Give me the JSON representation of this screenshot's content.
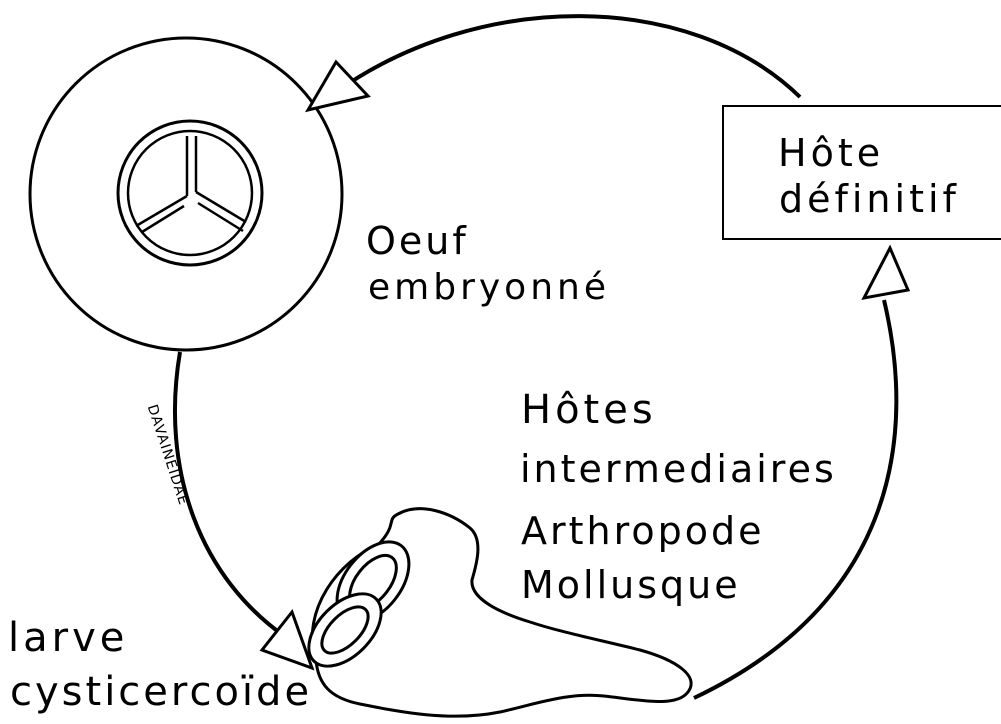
{
  "labels": {
    "oeuf_line1": "Oeuf",
    "oeuf_line2": "embryonné",
    "hote_def_line1": "Hôte",
    "hote_def_line2": "définitif",
    "hotes_int_line1": "Hôtes",
    "hotes_int_line2": "intermediaires",
    "hotes_int_line3": "Arthropode",
    "hotes_int_line4": "Mollusque",
    "larve_line1": "larve",
    "larve_line2": "cysticercoïde",
    "family_label": "DAVAINEIDAE"
  },
  "colors": {
    "ink": "#000000",
    "paper": "#ffffff"
  }
}
